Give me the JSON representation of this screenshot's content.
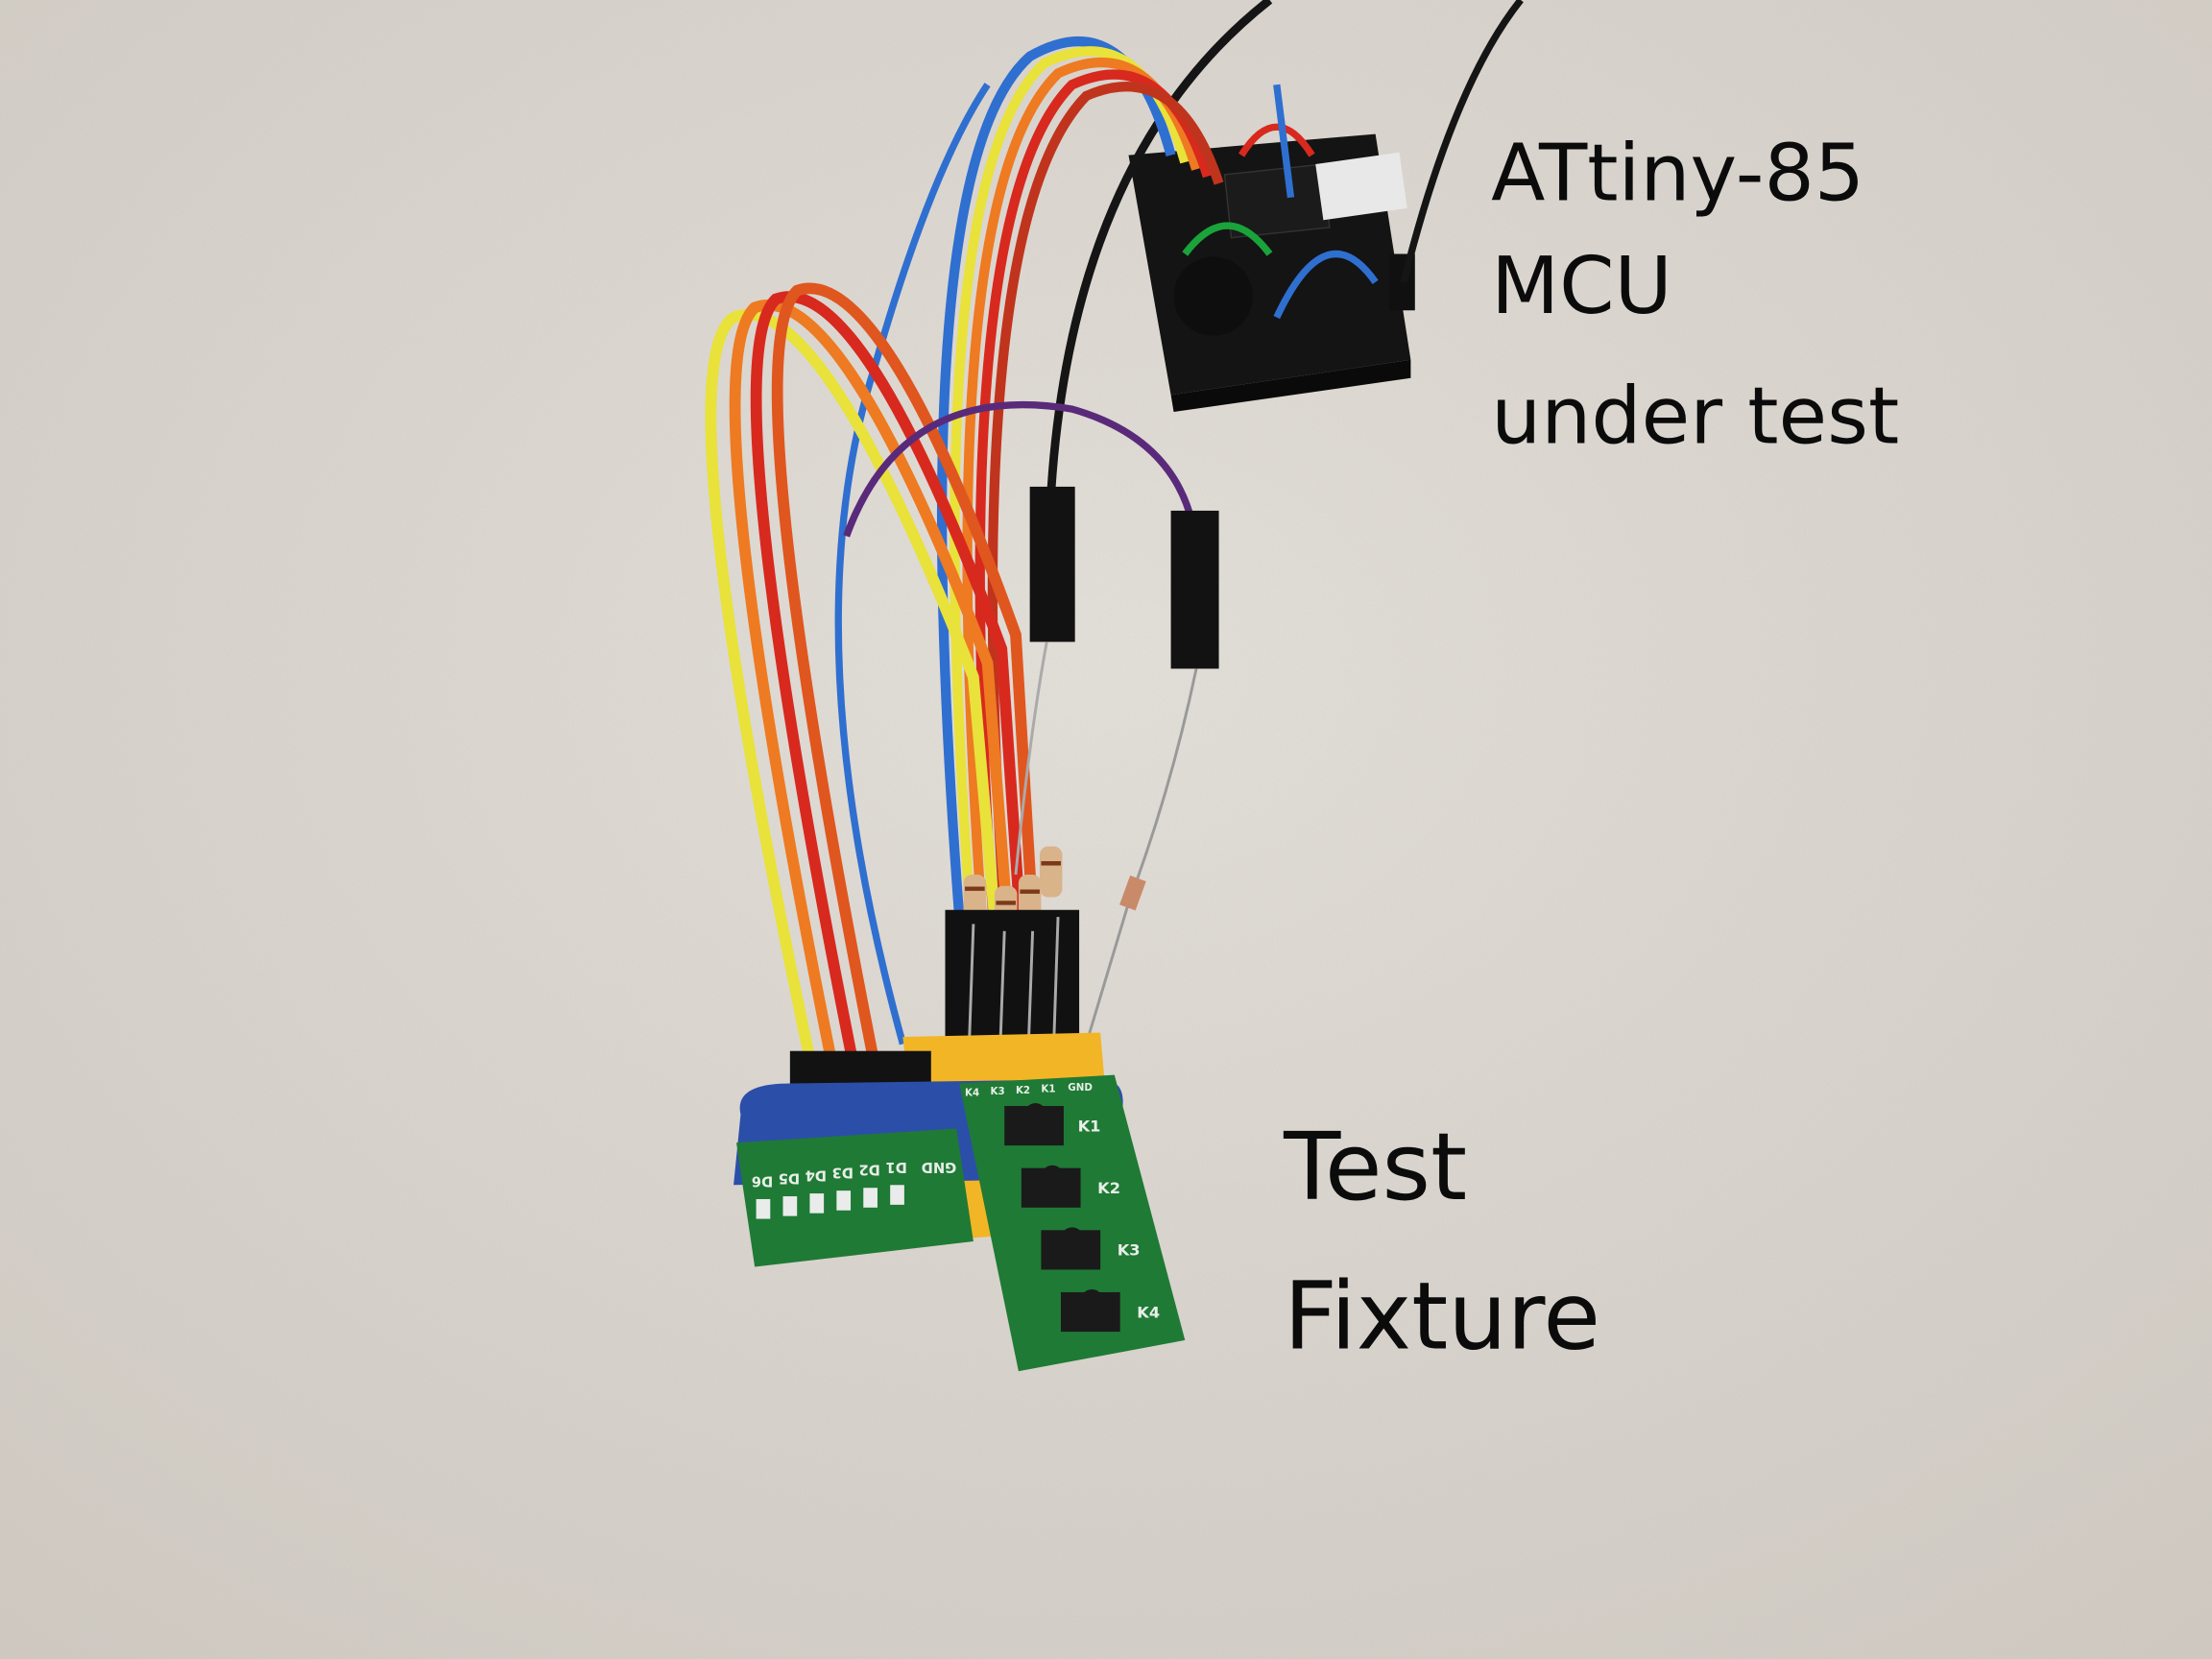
{
  "annotations": {
    "mcu_label": [
      "ATtiny-85",
      "MCU",
      "under test"
    ],
    "fixture_label": [
      "Test",
      "Fixture"
    ]
  },
  "led_board": {
    "pin_labels": [
      "D6",
      "D5",
      "D4",
      "D3",
      "D2",
      "D1",
      "GND"
    ]
  },
  "button_board": {
    "header_labels": [
      "K4",
      "K3",
      "K2",
      "K1",
      "GND"
    ],
    "button_labels": [
      "K1",
      "K2",
      "K3",
      "K4"
    ]
  },
  "colors": {
    "background": "#d9d4cd",
    "pcb_green": "#1f7a35",
    "wire_yellow": "#e8e23a",
    "wire_orange": "#ee7a22",
    "wire_red": "#d8291e",
    "wire_blue": "#2f6fd0",
    "wire_purple": "#5a2a7a",
    "wire_black": "#151515",
    "header_yellow": "#f2b526",
    "band_blue": "#2b4fa8"
  }
}
